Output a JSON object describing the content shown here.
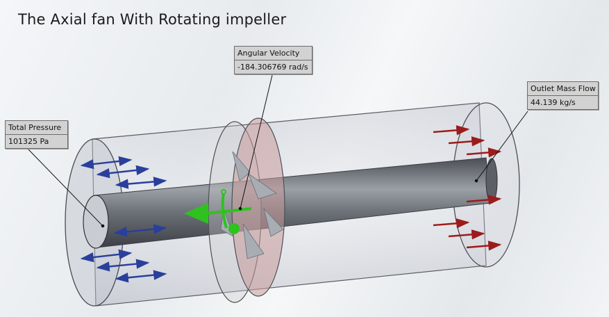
{
  "title": "The Axial fan With Rotating impeller",
  "callouts": {
    "total_pressure": {
      "label": "Total Pressure",
      "value": "101325 Pa"
    },
    "angular_velocity": {
      "label": "Angular Velocity",
      "value": "-184.306769 rad/s"
    },
    "outlet_mass_flow": {
      "label": "Outlet Mass Flow",
      "value": "44.139 kg/s"
    }
  },
  "colors": {
    "inlet_arrows": "#2a3f9c",
    "outlet_arrows": "#9c1b1b",
    "rotation_marker": "#2fc21f",
    "impeller_disc": "#c99a9a"
  }
}
